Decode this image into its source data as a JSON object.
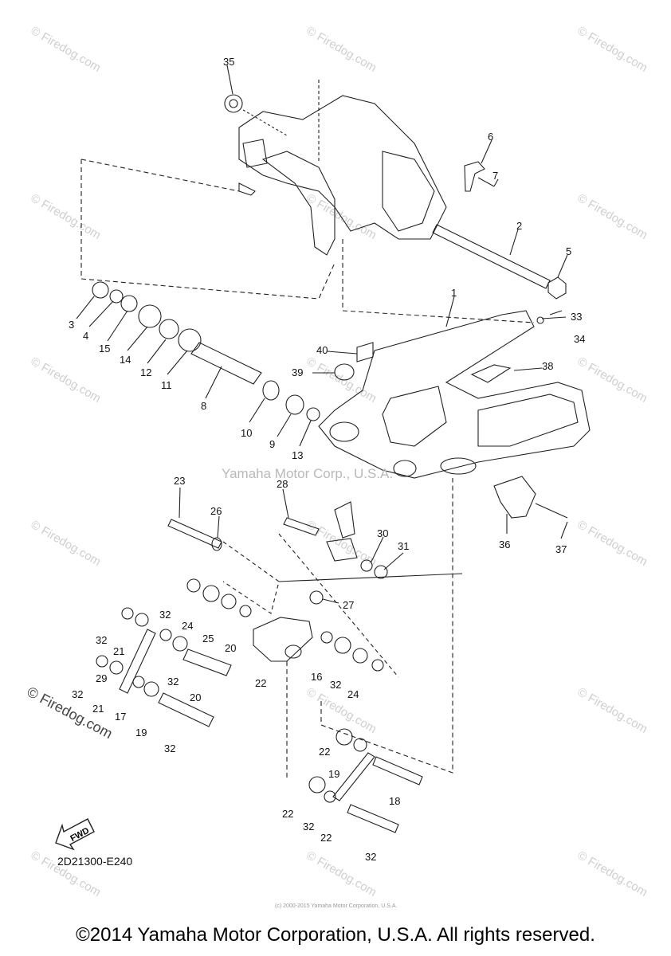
{
  "watermark": "© Firedog.com",
  "center_watermark": "Yamaha Motor Corp., U.S.A.",
  "side_brand": "© Firedog.com",
  "diagram_code": "2D21300-E240",
  "fwd_label": "FWD",
  "tiny_footer": "(c) 2000-2015 Yamaha Motor Corporation, U.S.A.",
  "copyright": "©2014 Yamaha Motor Corporation, U.S.A. All rights reserved.",
  "callouts": [
    "35",
    "6",
    "7",
    "2",
    "5",
    "1",
    "33",
    "34",
    "3",
    "4",
    "15",
    "14",
    "12",
    "11",
    "40",
    "39",
    "38",
    "8",
    "10",
    "9",
    "13",
    "23",
    "28",
    "26",
    "30",
    "31",
    "36",
    "37",
    "27",
    "32",
    "24",
    "25",
    "32",
    "21",
    "20",
    "32",
    "22",
    "16",
    "32",
    "24",
    "29",
    "32",
    "21",
    "20",
    "17",
    "19",
    "32",
    "22",
    "19",
    "22",
    "32",
    "18",
    "22",
    "32",
    "17",
    "18"
  ]
}
